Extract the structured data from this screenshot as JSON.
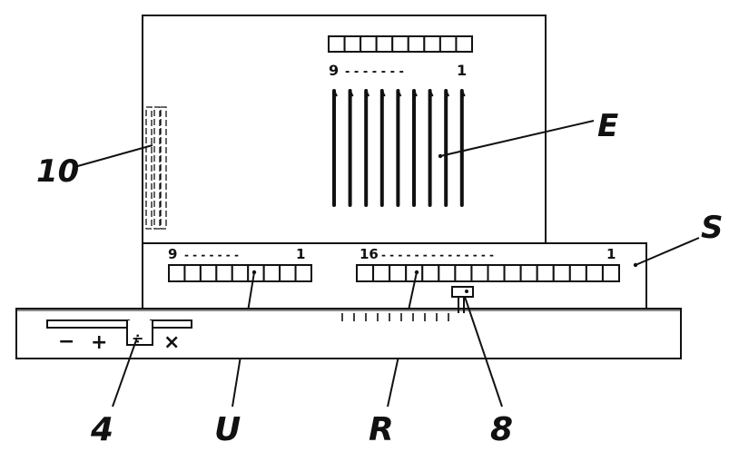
{
  "labels": {
    "ten": "10",
    "e": "E",
    "s": "S",
    "four": "4",
    "u": "U",
    "r": "R",
    "eight": "8"
  },
  "top_register": {
    "left": "9",
    "dots": "- - - - - - -",
    "right": "1"
  },
  "u_register": {
    "left": "9",
    "dots": "- - - - - - -",
    "right": "1"
  },
  "r_register": {
    "left": "16",
    "dots": "- - - - - - - - - - - - - -",
    "right": "1"
  },
  "operation_keys": {
    "minus": "−",
    "plus": "+",
    "divide": "÷",
    "times": "×"
  },
  "colors": {
    "ink": "#111111",
    "paper": "#ffffff"
  }
}
